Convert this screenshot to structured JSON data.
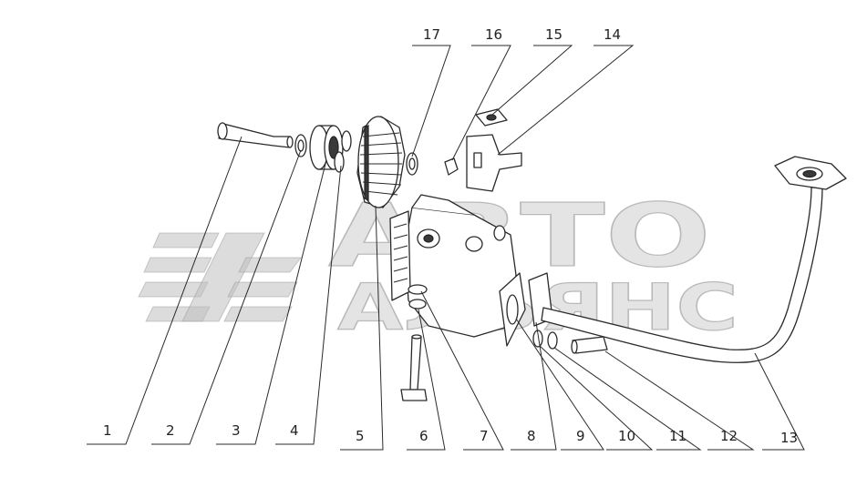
{
  "watermark": {
    "line1": "АВТО",
    "line2": "АЛЬЯНС"
  },
  "callouts": [
    {
      "id": "1",
      "label": "1"
    },
    {
      "id": "2",
      "label": "2"
    },
    {
      "id": "3",
      "label": "3"
    },
    {
      "id": "4",
      "label": "4"
    },
    {
      "id": "5",
      "label": "5"
    },
    {
      "id": "6",
      "label": "6"
    },
    {
      "id": "7",
      "label": "7"
    },
    {
      "id": "8",
      "label": "8"
    },
    {
      "id": "9",
      "label": "9"
    },
    {
      "id": "10",
      "label": "10"
    },
    {
      "id": "11",
      "label": "11"
    },
    {
      "id": "12",
      "label": "12"
    },
    {
      "id": "13",
      "label": "13"
    },
    {
      "id": "14",
      "label": "14"
    },
    {
      "id": "15",
      "label": "15"
    },
    {
      "id": "16",
      "label": "16"
    },
    {
      "id": "17",
      "label": "17"
    }
  ],
  "colors": {
    "line": "#2a2a2a",
    "watermark": "#bfbfbf"
  }
}
